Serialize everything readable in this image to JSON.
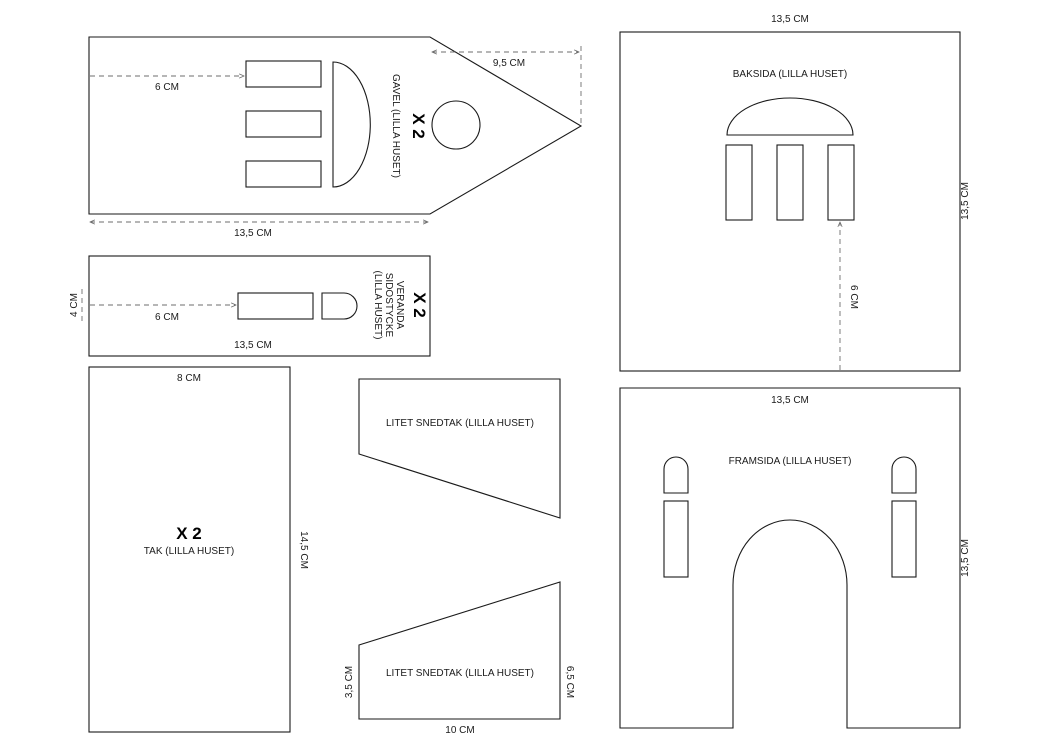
{
  "gavel": {
    "label": "GAVEL (LILLA HUSET)",
    "count": "X 2",
    "dim_length": "13,5 CM",
    "dim_peak": "9,5 CM",
    "dim_window": "6 CM"
  },
  "veranda": {
    "label_line1": "VERANDA",
    "label_line2": "SIDOSTYCKE",
    "label_line3": "(LILLA HUSET)",
    "count": "X 2",
    "dim_length": "13,5 CM",
    "dim_height": "4 CM",
    "dim_window": "6 CM"
  },
  "tak": {
    "label": "TAK (LILLA HUSET)",
    "count": "X 2",
    "dim_width": "8 CM",
    "dim_height": "14,5 CM"
  },
  "snedtak_top": {
    "label": "LITET SNEDTAK (LILLA HUSET)"
  },
  "snedtak_bottom": {
    "label": "LITET SNEDTAK (LILLA HUSET)",
    "dim_left": "3,5 CM",
    "dim_right": "6,5 CM",
    "dim_bottom": "10 CM"
  },
  "baksida": {
    "label": "BAKSIDA (LILLA HUSET)",
    "dim_width": "13,5 CM",
    "dim_height": "13,5 CM",
    "dim_window": "6 CM"
  },
  "framsida": {
    "label": "FRAMSIDA (LILLA HUSET)",
    "dim_width": "13,5 CM",
    "dim_height": "13,5 CM"
  }
}
